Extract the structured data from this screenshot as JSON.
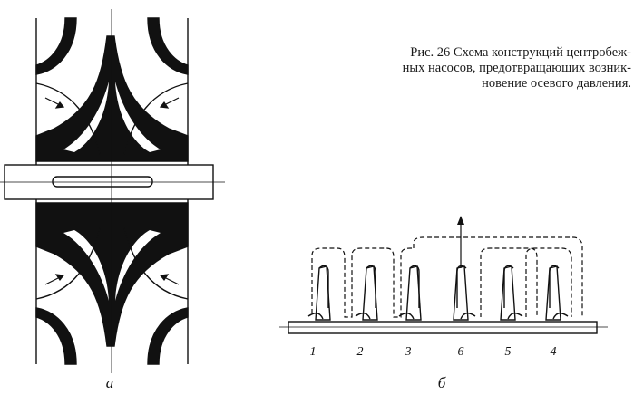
{
  "caption": {
    "line1": "Рис. 26  Схема конструкций центробеж-",
    "line2": "ных насосов, предотвращающих возник-",
    "line3": "новение осевого давления."
  },
  "figure_a": {
    "label": "а"
  },
  "figure_b": {
    "label": "б",
    "stage_labels": [
      "1",
      "2",
      "3",
      "6",
      "5",
      "4"
    ]
  },
  "colors": {
    "ink": "#111111",
    "paper": "#ffffff"
  }
}
